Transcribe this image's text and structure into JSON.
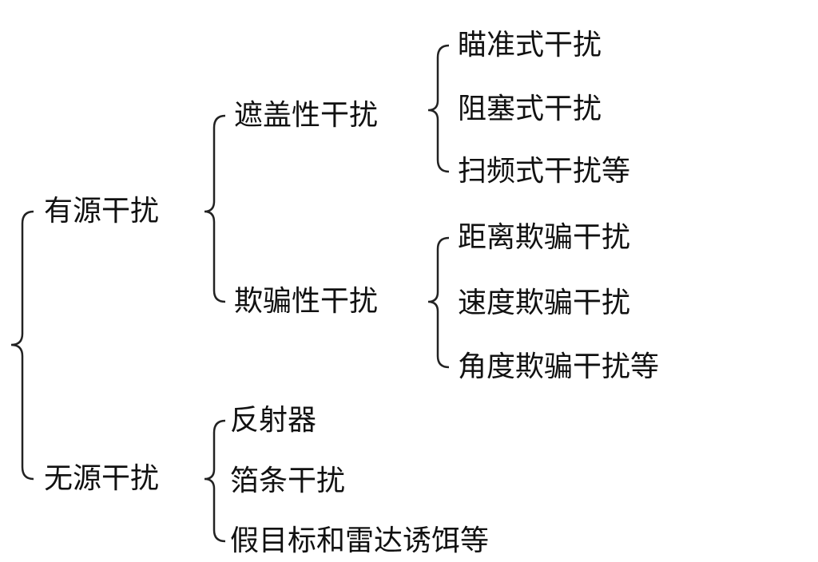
{
  "root": {
    "children": [
      {
        "label": "有源干扰",
        "children": [
          {
            "label": "遮盖性干扰",
            "children": [
              "瞄准式干扰",
              "阻塞式干扰",
              "扫频式干扰等"
            ]
          },
          {
            "label": "欺骗性干扰",
            "children": [
              "距离欺骗干扰",
              "速度欺骗干扰",
              "角度欺骗干扰等"
            ]
          }
        ]
      },
      {
        "label": "无源干扰",
        "children": [
          "反射器",
          "箔条干扰",
          "假目标和雷达诱饵等"
        ]
      }
    ]
  }
}
